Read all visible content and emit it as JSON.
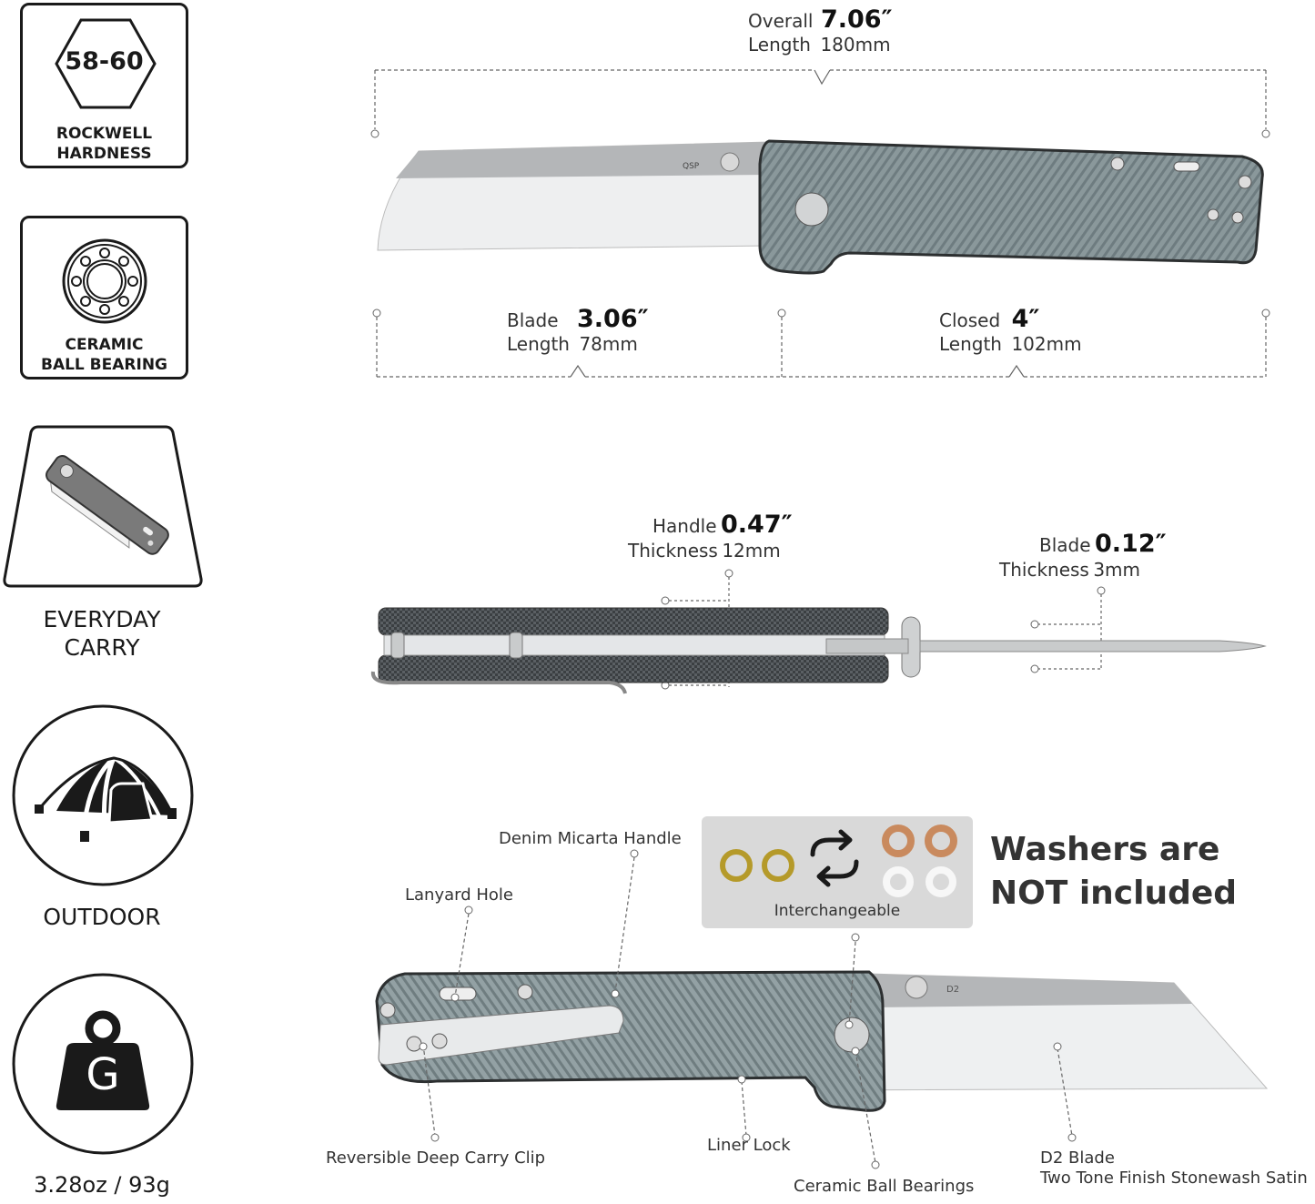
{
  "features": {
    "hardness": {
      "value": "58-60",
      "line1": "ROCKWELL",
      "line2": "HARDNESS",
      "icon": "hexagon-icon"
    },
    "bearing": {
      "line1": "CERAMIC",
      "line2": "BALL BEARING",
      "icon": "ball-bearing-icon"
    },
    "edc": {
      "line1": "EVERYDAY",
      "line2": "CARRY",
      "icon": "folded-knife-icon"
    },
    "outdoor": {
      "label": "OUTDOOR",
      "icon": "tent-icon"
    },
    "weight": {
      "glyph": "G",
      "label": "3.28oz / 93g",
      "icon": "weight-icon"
    }
  },
  "dimensions": {
    "overall": {
      "label1": "Overall",
      "label2": "Length",
      "inches": "7.06″",
      "mm": "180mm"
    },
    "blade": {
      "label1": "Blade",
      "label2": "Length",
      "inches": "3.06″",
      "mm": "78mm"
    },
    "closed": {
      "label1": "Closed",
      "label2": "Length",
      "inches": "4″",
      "mm": "102mm"
    },
    "handle_thickness": {
      "label1": "Handle",
      "label2": "Thickness",
      "inches": "0.47″",
      "mm": "12mm"
    },
    "blade_thickness": {
      "label1": "Blade",
      "label2": "Thickness",
      "inches": "0.12″",
      "mm": "3mm"
    }
  },
  "callouts": {
    "denim": "Denim Micarta Handle",
    "lanyard": "Lanyard Hole",
    "clip": "Reversible Deep Carry Clip",
    "liner": "Liner Lock",
    "bearings": "Ceramic Ball Bearings",
    "blade_line1": "D2 Blade",
    "blade_line2": "Two Tone Finish Stonewash Satin"
  },
  "washers": {
    "caption": "Interchangeable",
    "notice_line1": "Washers are",
    "notice_line2": "NOT included"
  },
  "blade_marks": {
    "logo": "QSP",
    "steel": "D2"
  },
  "colors": {
    "handle": "#7d8c90",
    "blade": "#e9eaeb",
    "stonewash": "#b4b6b8",
    "washer_gold": "#b59a2a",
    "washer_copper": "#c98a5e",
    "panel": "#d9d9d9"
  }
}
